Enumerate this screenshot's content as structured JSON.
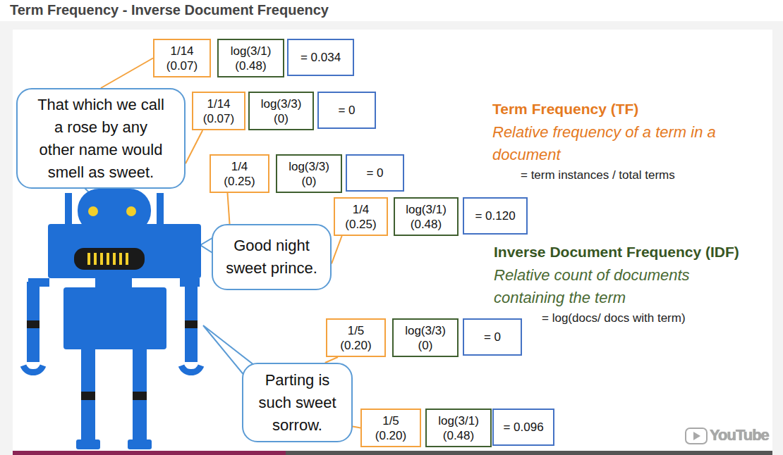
{
  "diagram": {
    "title": "Term Frequency - Inverse Document Frequency",
    "nodes": [
      {
        "text": [
          "1/14",
          "(0.07)"
        ]
      },
      {
        "text": [
          "log(3/1)",
          "(0.48)"
        ]
      },
      {
        "text": [
          "= 0.034"
        ]
      },
      {
        "text": [
          "That which we call a rose by any other name would smell as sweet."
        ]
      },
      {
        "text": [
          "1/14",
          "(0.07)"
        ]
      },
      {
        "text": [
          "log(3/3)",
          "(0)"
        ]
      },
      {
        "text": [
          "= 0"
        ]
      },
      {
        "text": [
          "1/4",
          "(0.25)"
        ]
      },
      {
        "text": [
          "log(3/3)",
          "(0)"
        ]
      },
      {
        "text": [
          "= 0"
        ]
      },
      {
        "text": [
          "1/4",
          "(0.25)"
        ]
      },
      {
        "text": [
          "log(3/1)",
          "(0.48)"
        ]
      },
      {
        "text": [
          "= 0.120"
        ]
      },
      {
        "text": [
          "Good night sweet prince."
        ]
      },
      {
        "text": [
          "1/5",
          "(0.20)"
        ]
      },
      {
        "text": [
          "log(3/3)",
          "(0)"
        ]
      },
      {
        "text": [
          "= 0"
        ]
      },
      {
        "text": [
          "Parting is such sweet sorrow."
        ]
      },
      {
        "text": [
          "1/5",
          "(0.20)"
        ]
      },
      {
        "text": [
          "log(3/1)",
          "(0.48)"
        ]
      },
      {
        "text": [
          "= 0.096"
        ]
      }
    ],
    "edges": [
      {
        "from": 3,
        "to": 0,
        "arrow": "none"
      },
      {
        "from": 3,
        "to": 4,
        "arrow": "none"
      },
      {
        "from": 13,
        "to": 7,
        "arrow": "none"
      },
      {
        "from": 13,
        "to": 10,
        "arrow": "none"
      },
      {
        "from": 17,
        "to": 14,
        "arrow": "none"
      },
      {
        "from": 17,
        "to": 18,
        "arrow": "none"
      }
    ],
    "labels": [
      "Term Frequency (TF)",
      "Relative frequency of a term in a document",
      "= term instances / total terms",
      "Inverse Document Frequency (IDF)",
      "Relative count of documents containing the term",
      "= log(docs/ docs with term)",
      "YouTube"
    ]
  }
}
